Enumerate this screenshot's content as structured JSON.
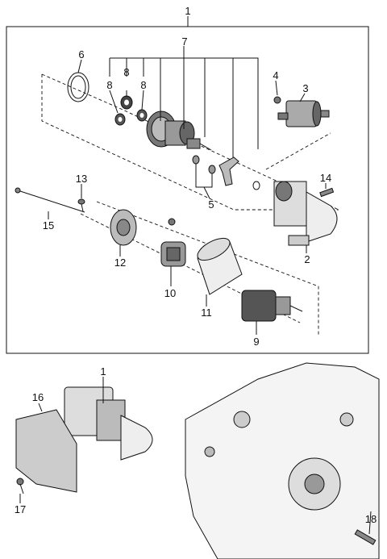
{
  "callouts": {
    "c1_top": "1",
    "c2": "2",
    "c3": "3",
    "c4": "4",
    "c5": "5",
    "c6": "6",
    "c7": "7",
    "c8a": "8",
    "c8b": "8",
    "c8c": "8",
    "c9": "9",
    "c10": "10",
    "c11": "11",
    "c12": "12",
    "c13": "13",
    "c14": "14",
    "c15": "15",
    "c1_bottom": "1",
    "c16": "16",
    "c17": "17",
    "c18": "18"
  }
}
